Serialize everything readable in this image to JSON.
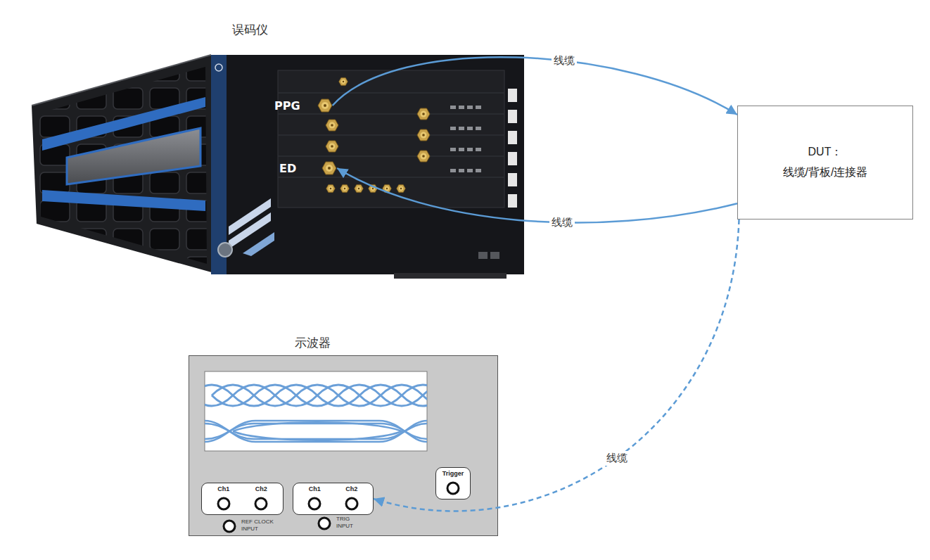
{
  "diagram": {
    "nodes": [
      {
        "text": [
          "误码仪"
        ]
      },
      {
        "text": [
          "PPG"
        ],
        "in": 0
      },
      {
        "text": [
          "ED"
        ],
        "in": 0
      },
      {
        "text": [
          "DUT：",
          "线缆/背板/连接器"
        ]
      },
      {
        "text": [
          "示波器"
        ]
      },
      {
        "text": [
          "Ch1",
          "Ch2"
        ],
        "in": 4
      },
      {
        "text": [
          "Ch1",
          "Ch2"
        ],
        "in": 4
      },
      {
        "text": [
          "Trigger"
        ],
        "in": 4
      }
    ],
    "edges": [
      {
        "from": 1,
        "to": 3,
        "arrow": "to",
        "label": "线缆"
      },
      {
        "from": 3,
        "to": 2,
        "arrow": "to",
        "label": "线缆"
      },
      {
        "from": 3,
        "to": 6,
        "arrow": "to",
        "label": "线缆"
      }
    ],
    "labels": [
      "REF CLOCK INPUT",
      "TRIG INPUT"
    ]
  }
}
